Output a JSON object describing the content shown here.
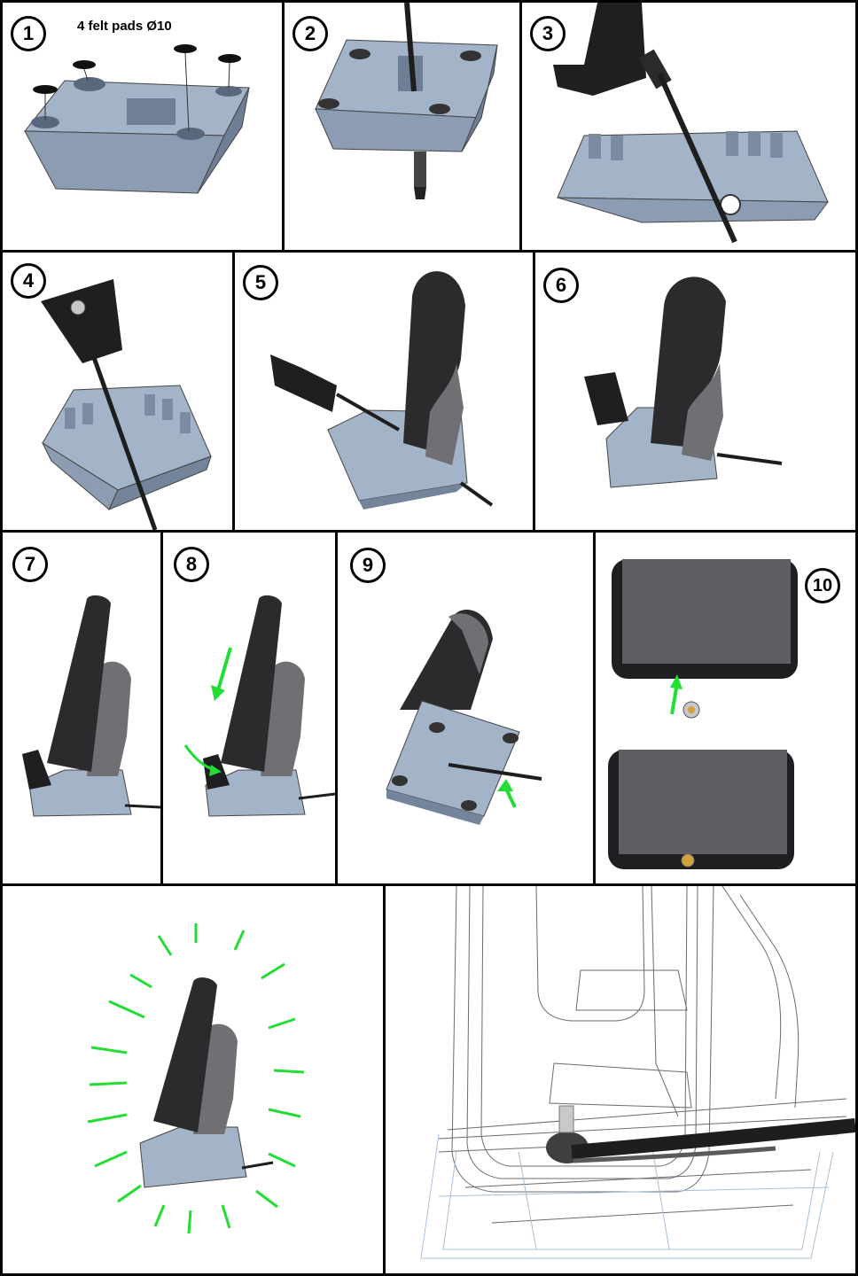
{
  "steps": [
    {
      "number": "1",
      "note": "4 felt pads Ø10"
    },
    {
      "number": "2"
    },
    {
      "number": "3"
    },
    {
      "number": "4"
    },
    {
      "number": "5"
    },
    {
      "number": "6"
    },
    {
      "number": "7"
    },
    {
      "number": "8"
    },
    {
      "number": "9"
    },
    {
      "number": "10"
    }
  ],
  "colors": {
    "base_blue": "#a3b3c8",
    "base_blue_dark": "#74849a",
    "holder_grey": "#6f6f74",
    "phone_black": "#2b2b2d",
    "arrow_green": "#22dd33",
    "cable": "#1e1e1e"
  }
}
